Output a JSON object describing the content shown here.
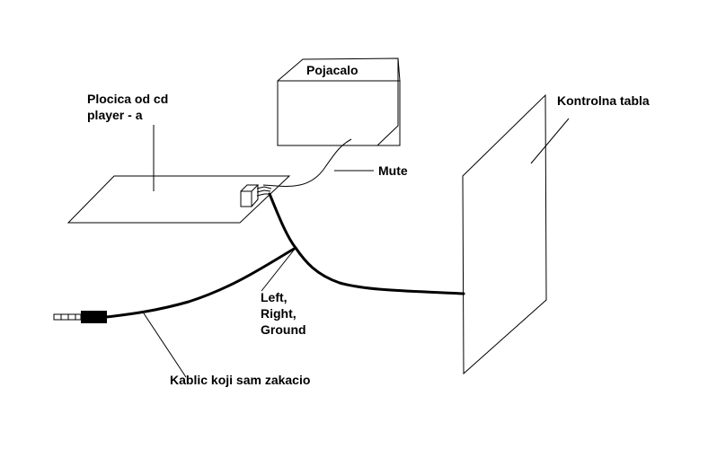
{
  "diagram": {
    "labels": {
      "pojacalo": "Pojacalo",
      "plocica_line1": "Plocica od cd",
      "plocica_line2": "player - a",
      "kontrolna": "Kontrolna tabla",
      "mute": "Mute",
      "lrg_line1": "Left,",
      "lrg_line2": "Right,",
      "lrg_line3": "Ground",
      "kablic": "Kablic koji sam zakacio"
    }
  }
}
